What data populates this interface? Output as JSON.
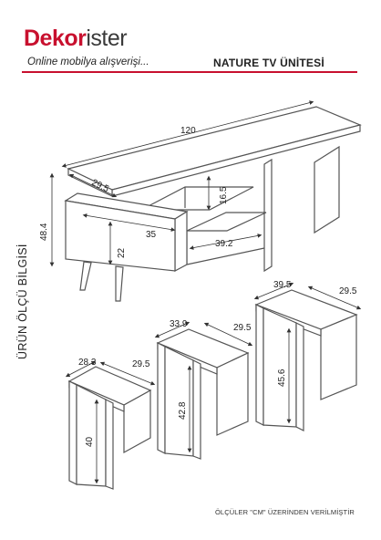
{
  "brand": {
    "part1": "Dekor",
    "part2": "ister",
    "slogan": "Online mobilya alışverişi..."
  },
  "product_title": "NATURE TV ÜNİTESİ",
  "side_title": "ÜRÜN ÖLÇÜ BİLGİSİ",
  "footer_note": "ÖLÇÜLER \"CM\" ÜZERİNDEN VERİLMİŞTİR",
  "tv_unit": {
    "width": "120",
    "depth": "29.5",
    "height": "48.4",
    "shelf_height": "16.5",
    "cabinet_width": "35",
    "cabinet_height": "22",
    "shelf_width": "39.2"
  },
  "table_small": {
    "width": "28.3",
    "depth": "29.5",
    "height": "40"
  },
  "table_medium": {
    "width": "33.9",
    "depth": "29.5",
    "height": "42.8"
  },
  "table_large": {
    "width": "39.5",
    "depth": "29.5",
    "height": "45.6"
  },
  "colors": {
    "brand_red": "#c8102e",
    "line": "#555555"
  }
}
